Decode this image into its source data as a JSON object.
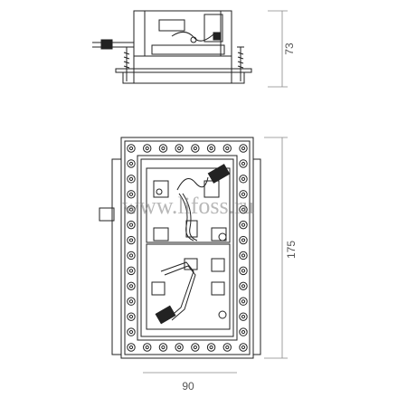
{
  "dimensions": {
    "height_top_view": "73",
    "height_front_view": "175",
    "width_front_view": "90"
  },
  "watermark": "www.lifoss.ru",
  "colors": {
    "line": "#222222",
    "dim_line": "#888888",
    "dim_text": "#555555",
    "watermark": "#7f7f7f"
  }
}
